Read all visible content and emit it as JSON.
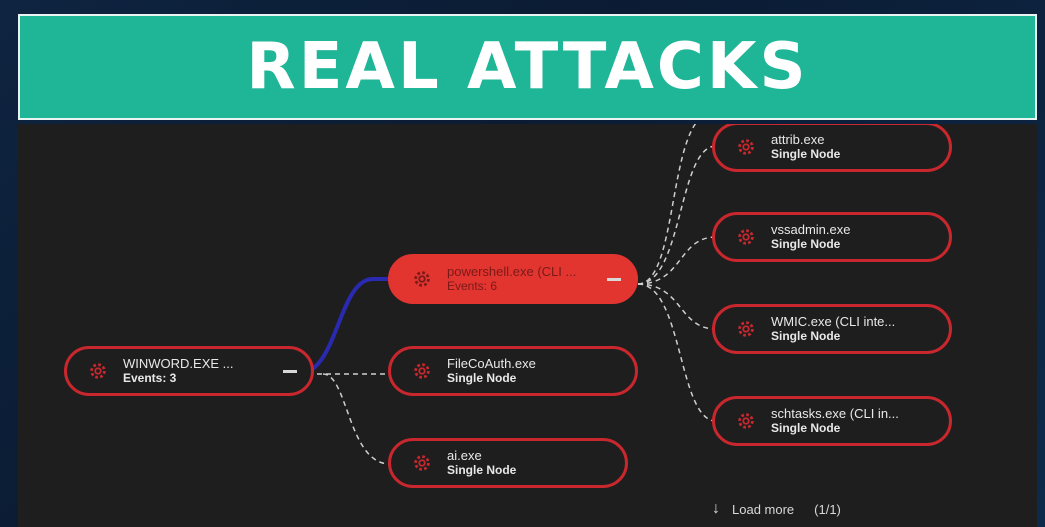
{
  "banner": {
    "title": "REAL ATTACKS"
  },
  "graph": {
    "root": {
      "name": "WINWORD.EXE ...",
      "sub": "Events: 3"
    },
    "children": [
      {
        "name": "powershell.exe (CLI ...",
        "sub": "Events: 6"
      },
      {
        "name": "FileCoAuth.exe",
        "sub": "Single Node"
      },
      {
        "name": "ai.exe",
        "sub": "Single Node"
      }
    ],
    "grandchildren": [
      {
        "name": "attrib.exe",
        "sub": "Single Node"
      },
      {
        "name": "vssadmin.exe",
        "sub": "Single Node"
      },
      {
        "name": "WMIC.exe (CLI inte...",
        "sub": "Single Node"
      },
      {
        "name": "schtasks.exe (CLI in...",
        "sub": "Single Node"
      }
    ],
    "load_more": {
      "label": "Load more",
      "count": "(1/1)"
    }
  },
  "colors": {
    "accent": "#1fb597",
    "node_border": "#c8282d",
    "active_node": "#e23530",
    "active_edge": "#2a2ab0"
  }
}
